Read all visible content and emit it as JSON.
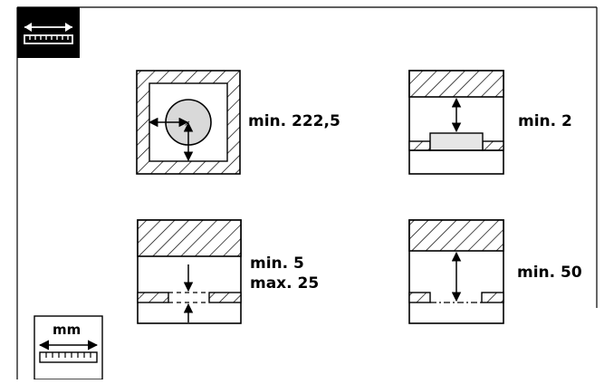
{
  "units": {
    "label": "mm",
    "icon": "ruler-icon"
  },
  "header_icon": "measure-width-icon",
  "panels": [
    {
      "name": "cutout-circle",
      "labels": [
        "min. 222,5"
      ]
    },
    {
      "name": "gap-above-insert",
      "labels": [
        "min. 2"
      ]
    },
    {
      "name": "gap-between-openings",
      "labels": [
        "min. 5",
        "max. 25"
      ]
    },
    {
      "name": "gap-above-opening",
      "labels": [
        "min. 50"
      ]
    }
  ],
  "colors": {
    "stroke": "#000000",
    "circle_fill": "#d9d9d9",
    "insert_fill": "#e6e6e6",
    "hatch_bg": "#ffffff"
  }
}
